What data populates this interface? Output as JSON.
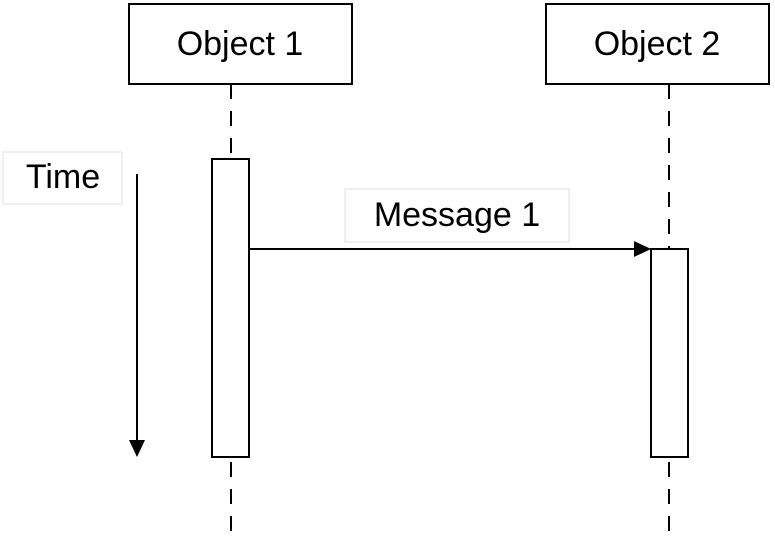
{
  "objects": [
    {
      "label": "Object 1"
    },
    {
      "label": "Object 2"
    }
  ],
  "message": {
    "label": "Message 1",
    "from": "Object 1",
    "to": "Object 2"
  },
  "time_axis": {
    "label": "Time"
  },
  "colors": {
    "stroke": "#000000",
    "background": "#ffffff",
    "label_box_border": "#e0e0e0"
  }
}
